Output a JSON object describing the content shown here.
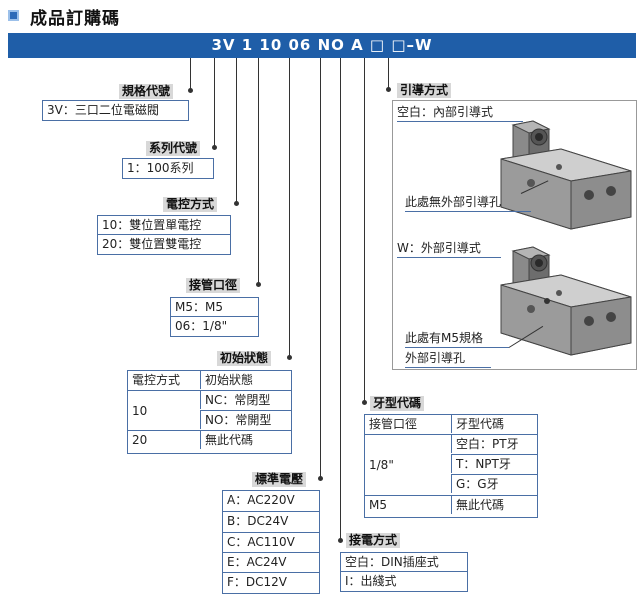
{
  "title": "成品訂購碼",
  "code": "3V 1 10 06 NO A □ □–W",
  "model": {
    "label": "規格代號",
    "rows": [
      "3V：三口二位電磁閥"
    ]
  },
  "series": {
    "label": "系列代號",
    "rows": [
      "1：100系列"
    ]
  },
  "control": {
    "label": "電控方式",
    "rows": [
      "10：雙位置單電控",
      "20：雙位置雙電控"
    ]
  },
  "port": {
    "label": "接管口徑",
    "rows": [
      "M5：M5",
      "06：1/8\""
    ]
  },
  "initial": {
    "label": "初始狀態",
    "header": [
      "電控方式",
      "初始狀態"
    ],
    "group_key": "10",
    "group_values": [
      "NC：常閉型",
      "NO：常開型"
    ],
    "last_key": "20",
    "last_value": "無此代碼"
  },
  "voltage": {
    "label": "標準電壓",
    "rows": [
      "A：AC220V",
      "B：DC24V",
      "C：AC110V",
      "E：AC24V",
      "F：DC12V"
    ]
  },
  "pilot": {
    "label": "引導方式",
    "blank_label": "空白：內部引導式",
    "blank_note": "此處無外部引導孔",
    "w_label": "W：外部引導式",
    "w_note_1": "此處有M5規格",
    "w_note_2": "外部引導孔"
  },
  "thread": {
    "label": "牙型代碼",
    "header": [
      "接管口徑",
      "牙型代碼"
    ],
    "group_key": "1/8\"",
    "group_values": [
      "空白：PT牙",
      "T：NPT牙",
      "G：G牙"
    ],
    "last_key": "M5",
    "last_value": "無此代碼"
  },
  "connector": {
    "label": "接電方式",
    "rows": [
      "空白：DIN插座式",
      "I：出綫式"
    ]
  }
}
